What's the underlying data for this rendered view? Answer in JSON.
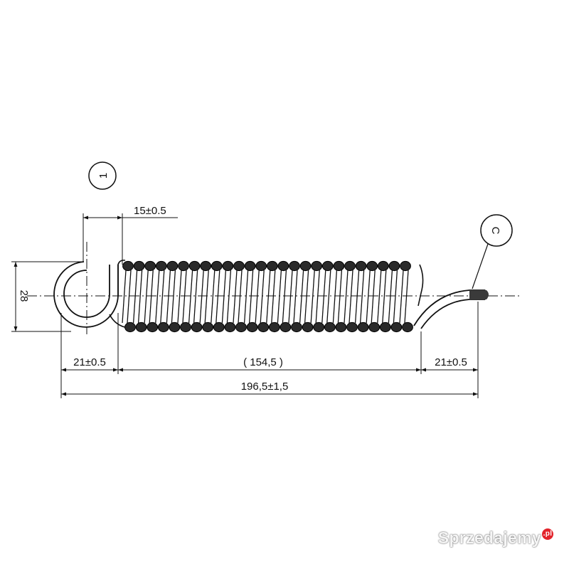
{
  "drawing": {
    "hook_callout": "1",
    "end_callout": "C",
    "hook_opening_dim": "15±0.5",
    "spring_od_dim": "28",
    "left_end_dim": "21±0.5",
    "body_length_dim": "( 154,5 )",
    "right_end_dim": "21±0.5",
    "overall_length_dim": "196,5±1,5"
  },
  "watermark": {
    "text": "Sprzedajemy",
    "suffix": ".pl"
  }
}
